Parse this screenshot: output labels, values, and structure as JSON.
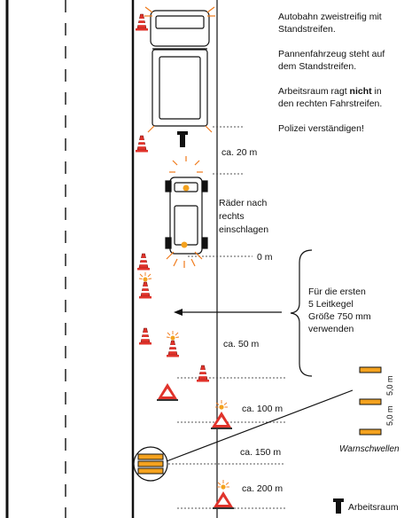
{
  "info": {
    "line1": "Autobahn zweistreifig mit",
    "line2": "Standstreifen.",
    "line3": "Pannenfahrzeug steht auf",
    "line4": "dem Standstreifen.",
    "line5_pre": "Arbeitsraum ragt ",
    "line5_bold": "nicht",
    "line5_post": " in",
    "line6": "den rechten Fahrstreifen.",
    "line7": "Polizei verständigen!"
  },
  "distances": {
    "d20": "ca. 20 m",
    "d0": "0 m",
    "d50": "ca. 50 m",
    "d100": "ca. 100 m",
    "d150": "ca. 150 m",
    "d200": "ca. 200 m"
  },
  "wheels_note": {
    "line1": "Räder nach",
    "line2": "rechts",
    "line3": "einschlagen"
  },
  "cone_note": {
    "line1": "Für die ersten",
    "line2": "5 Leitkegel",
    "line3": "Größe 750 mm",
    "line4": "verwenden"
  },
  "warnschwellen": {
    "label": "Warnschwellen",
    "gap1": "5,0 m",
    "gap2": "5,0 m"
  },
  "legend": {
    "arbeitsraum": "Arbeitsraum"
  },
  "colors": {
    "cone_red": "#e0332b",
    "cone_white": "#ffffff",
    "amber": "#f4a21f",
    "flash": "#f07a1a",
    "line": "#111111",
    "dotted": "#555555"
  }
}
